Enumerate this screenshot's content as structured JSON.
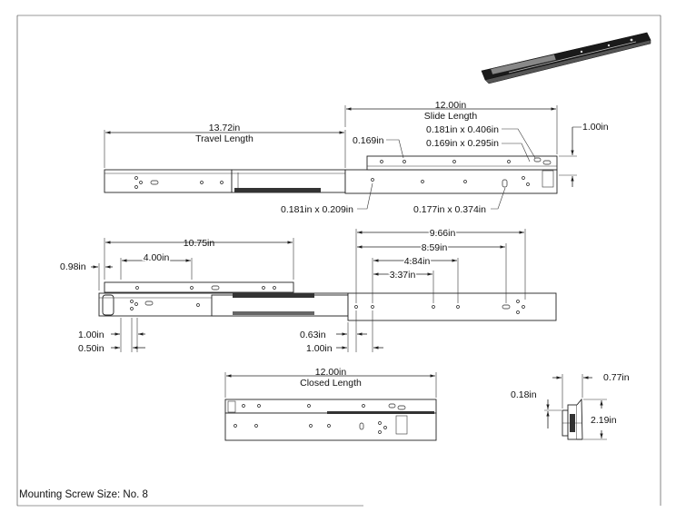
{
  "dims": {
    "slide_length": "12.00in",
    "slide_length_label": "Slide Length",
    "travel_length": "13.72in",
    "travel_length_label": "Travel Length",
    "right_height": "1.00in",
    "hole_0169": "0.169in",
    "slot_0181x0406": "0.181in x 0.406in",
    "slot_0169x0295": "0.169in x 0.295in",
    "slot_0181x0209": "0.181in x 0.209in",
    "slot_0177x0374": "0.177in x 0.374in",
    "d_1075": "10.75in",
    "d_400": "4.00in",
    "d_098": "0.98in",
    "d_100_left": "1.00in",
    "d_050": "0.50in",
    "d_966": "9.66in",
    "d_859": "8.59in",
    "d_484": "4.84in",
    "d_337": "3.37in",
    "d_063": "0.63in",
    "d_100_mid": "1.00in",
    "closed_length": "12.00in",
    "closed_length_label": "Closed Length",
    "d_077": "0.77in",
    "d_018": "0.18in",
    "d_219": "2.19in"
  },
  "footer": "Mounting Screw Size: No. 8"
}
